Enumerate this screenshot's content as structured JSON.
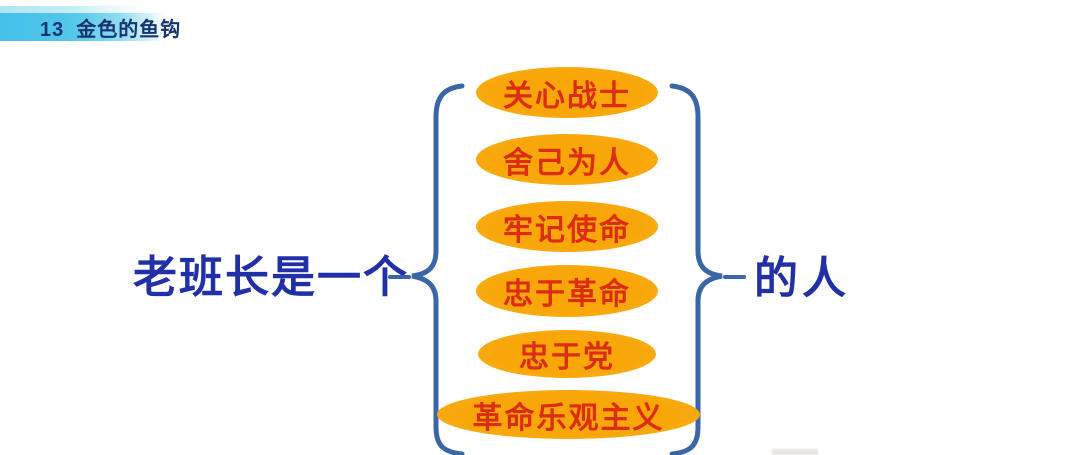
{
  "header": {
    "lesson_number": "13",
    "lesson_title": "金色的鱼钩",
    "banner_color": "#45c1e9",
    "title_color": "#16356e"
  },
  "diagram": {
    "left_label": "老班长是一个",
    "right_label": "的人",
    "label_color": "#2230a8",
    "brace_color": "#3a66a8",
    "ellipse_fill": "#f8a608",
    "ellipse_text_color": "#dc2c12",
    "traits": [
      "关心战士",
      "舍己为人",
      "牢记使命",
      "忠于革命",
      "忠于党",
      "革命乐观主义"
    ]
  }
}
